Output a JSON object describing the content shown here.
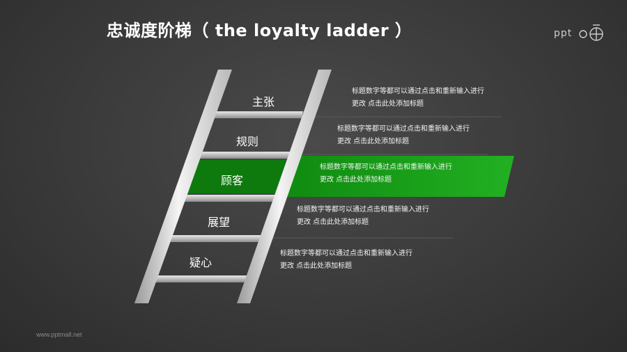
{
  "header": {
    "title": "忠诚度阶梯（ the loyalty ladder ）",
    "logo_text": "ppt"
  },
  "ladder": {
    "steps": [
      {
        "label": "主张",
        "desc_line1": "标题数字等都可以通过点击和重新输入进行",
        "desc_line2": "更改 点击此处添加标题",
        "highlight": false
      },
      {
        "label": "规则",
        "desc_line1": "标题数字等都可以通过点击和重新输入进行",
        "desc_line2": "更改 点击此处添加标题",
        "highlight": false
      },
      {
        "label": "顾客",
        "desc_line1": "标题数字等都可以通过点击和重新输入进行",
        "desc_line2": "更改 点击此处添加标题",
        "highlight": true
      },
      {
        "label": "展望",
        "desc_line1": "标题数字等都可以通过点击和重新输入进行",
        "desc_line2": "更改 点击此处添加标题",
        "highlight": false
      },
      {
        "label": "疑心",
        "desc_line1": "标题数字等都可以通过点击和重新输入进行",
        "desc_line2": "更改 点击此处添加标题",
        "highlight": false
      }
    ],
    "highlight_color": "#1fa81f"
  },
  "footer": {
    "url": "www.pptmall.net"
  }
}
